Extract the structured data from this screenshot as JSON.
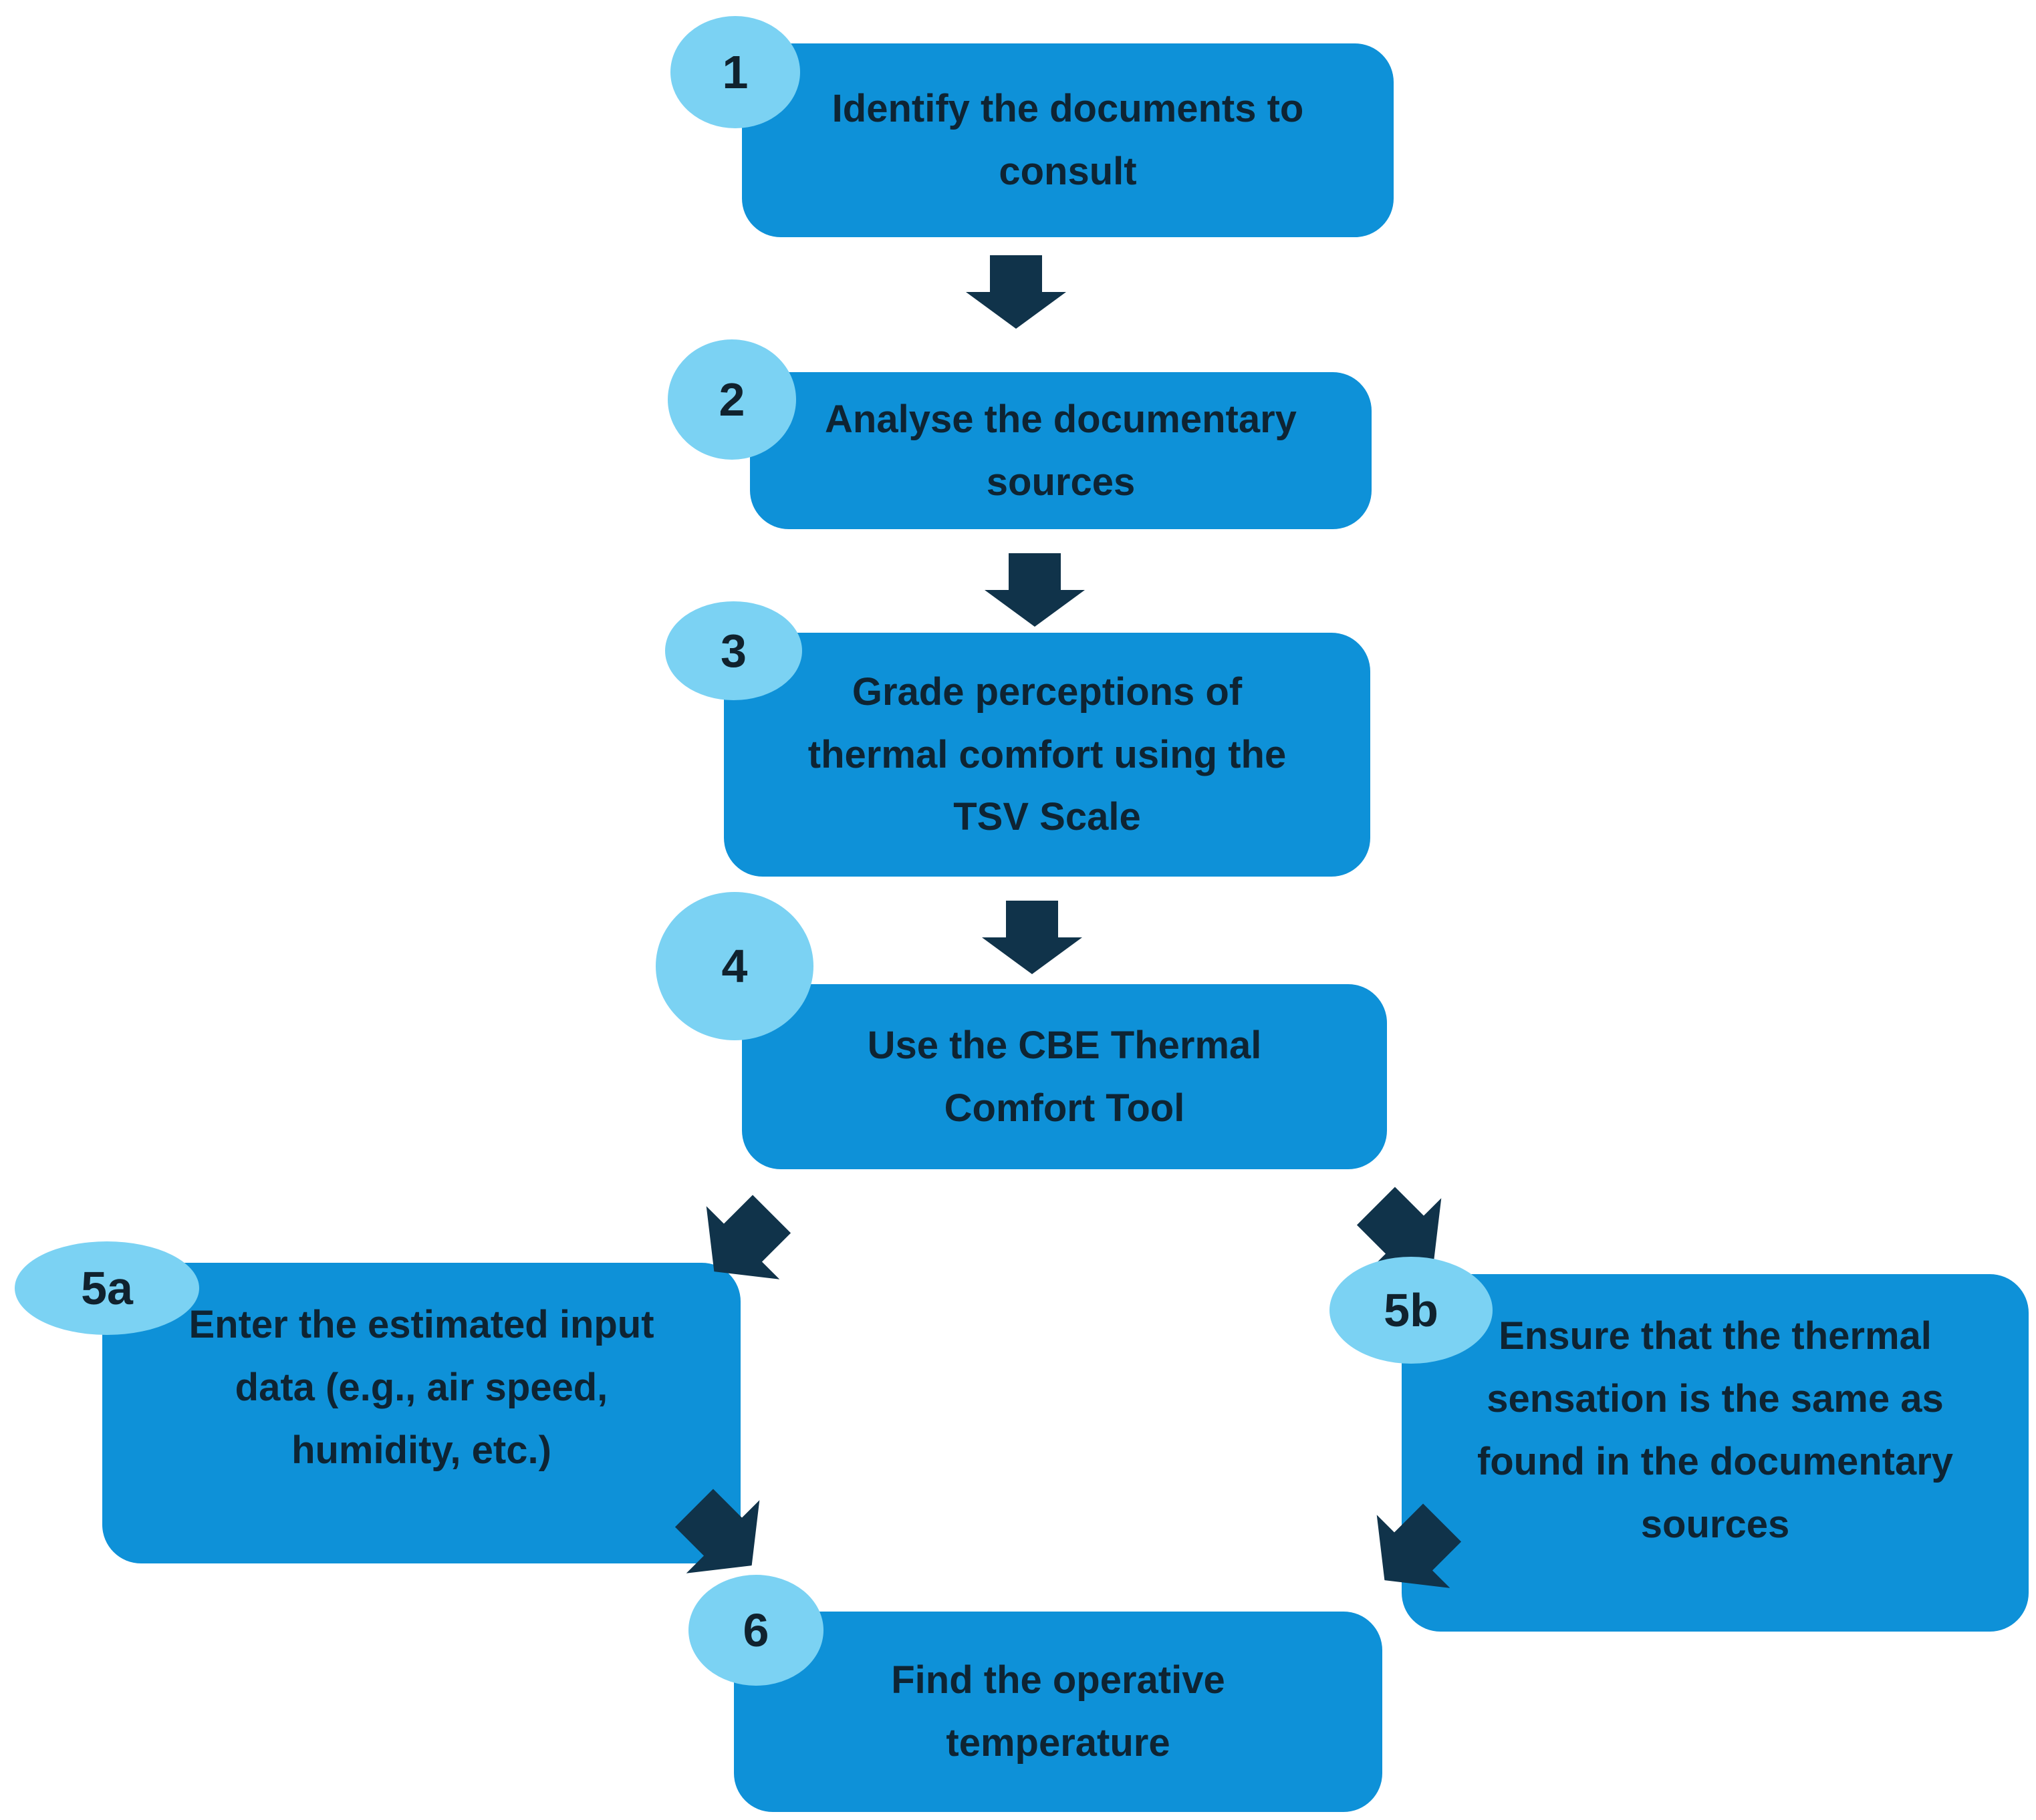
{
  "diagram": {
    "background_color": "#ffffff",
    "colors": {
      "box_fill": "#0e91d8",
      "badge_fill": "#7bd2f3",
      "arrow_fill": "#10334a",
      "box_text": "#0e2433",
      "badge_text": "#10222e"
    },
    "steps": [
      {
        "badge": "1",
        "label": "Identify the documents to consult",
        "lines": [
          "Identify the documents to",
          "consult"
        ]
      },
      {
        "badge": "2",
        "label": "Analyse the documentary sources",
        "lines": [
          "Analyse the documentary",
          "sources"
        ]
      },
      {
        "badge": "3",
        "label": "Grade perceptions of thermal comfort using the TSV Scale",
        "lines": [
          "Grade perceptions of",
          "thermal comfort using the",
          "TSV Scale"
        ]
      },
      {
        "badge": "4",
        "label": "Use the CBE Thermal Comfort Tool",
        "lines": [
          "Use the CBE Thermal",
          "Comfort Tool"
        ]
      },
      {
        "badge": "5a",
        "label": "Enter the estimated input data (e.g., air speed, humidity, etc.)",
        "lines": [
          "Enter the estimated input",
          "data (e.g., air speed,",
          "humidity, etc.)"
        ]
      },
      {
        "badge": "5b",
        "label": "Ensure that the thermal sensation is the same as found in the documentary sources",
        "lines": [
          "Ensure that the thermal",
          "sensation is the same as",
          "found in the documentary",
          "sources"
        ]
      },
      {
        "badge": "6",
        "label": "Find the operative temperature",
        "lines": [
          "Find the operative",
          "temperature"
        ]
      }
    ],
    "connections": [
      {
        "from": "1",
        "to": "2",
        "direction": "down"
      },
      {
        "from": "2",
        "to": "3",
        "direction": "down"
      },
      {
        "from": "3",
        "to": "4",
        "direction": "down"
      },
      {
        "from": "4",
        "to": "5a",
        "direction": "down-left"
      },
      {
        "from": "4",
        "to": "5b",
        "direction": "down-right"
      },
      {
        "from": "5a",
        "to": "6",
        "direction": "down-right"
      },
      {
        "from": "5b",
        "to": "6",
        "direction": "down-left"
      }
    ]
  }
}
